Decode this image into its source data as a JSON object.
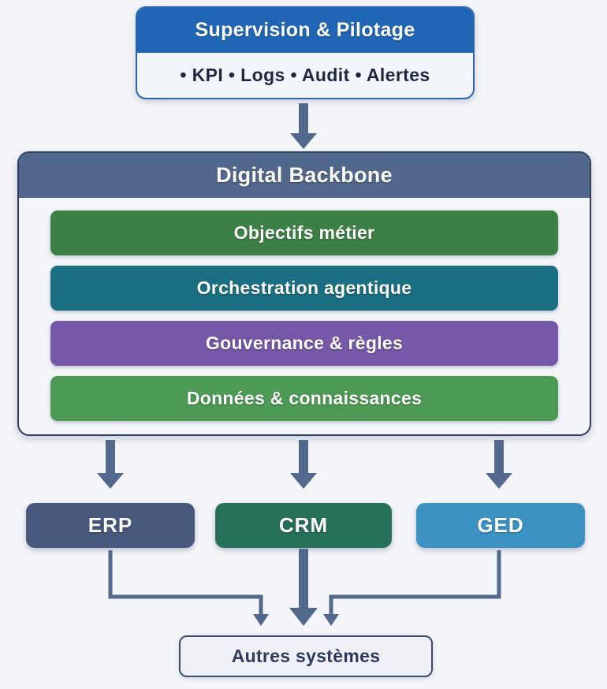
{
  "colors": {
    "page_bg": "#f4f5f8",
    "supervision_header_bg": "#2166b4",
    "supervision_body_bg": "#f2f5fa",
    "supervision_border": "#2a66ae",
    "arrow": "#52688c",
    "backbone_header_bg": "#51678c",
    "backbone_body_bg": "#f3f5f9",
    "backbone_border": "#2e3e5e",
    "autres_bg": "#eef0f5",
    "autres_border": "#3c4c69",
    "text_light": "#ffffff",
    "text_dark": "#1e2742"
  },
  "icons": {
    "down_arrow": "solid downward block arrow",
    "elbow_connector": "right-angle connector line with down arrowhead"
  },
  "supervision": {
    "title": "Supervision & Pilotage",
    "items": "• KPI • Logs • Audit • Alertes"
  },
  "backbone": {
    "title": "Digital Backbone",
    "layers": [
      {
        "label": "Objectifs métier",
        "color": "#3d8046"
      },
      {
        "label": "Orchestration agentique",
        "color": "#1a6e82"
      },
      {
        "label": "Gouvernance & règles",
        "color": "#7658a8"
      },
      {
        "label": "Données & connaissances",
        "color": "#4c9a54"
      }
    ]
  },
  "systems": [
    {
      "label": "ERP",
      "color": "#47597c"
    },
    {
      "label": "CRM",
      "color": "#27705a"
    },
    {
      "label": "GED",
      "color": "#3d92c4"
    }
  ],
  "other_systems": {
    "label": "Autres systèmes"
  }
}
